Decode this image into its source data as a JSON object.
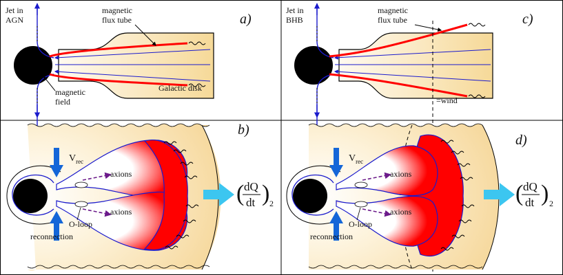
{
  "panels": {
    "a": {
      "letter": "a)",
      "jet_label_line1": "Jet in",
      "jet_label_line2": "AGN",
      "flux_tube_line1": "magnetic",
      "flux_tube_line2": "flux tube",
      "field_line1": "magnetic",
      "field_line2": "field",
      "disk_label": "Galactic disk"
    },
    "b": {
      "letter": "b)",
      "vrec_main": "V",
      "vrec_sub": "rec",
      "axions_upper": "axions",
      "axions_lower": "axions",
      "oloop": "O-loop",
      "reconnection": "reconnection",
      "dq_num": "dQ",
      "dq_den": "dt",
      "dq_sub": "2"
    },
    "c": {
      "letter": "c)",
      "jet_label_line1": "Jet in",
      "jet_label_line2": "BHB",
      "flux_tube_line1": "magnetic",
      "flux_tube_line2": "flux tube",
      "wind_label": "=wind"
    },
    "d": {
      "letter": "d)",
      "vrec_main": "V",
      "vrec_sub": "rec",
      "axions_upper": "axions",
      "axions_lower": "axions",
      "oloop": "O-loop",
      "reconnection": "reconnection",
      "dq_num": "dQ",
      "dq_den": "dt",
      "dq_sub": "2"
    }
  },
  "colors": {
    "disk_fill": "#f8dfa8",
    "disk_light": "#fdf3dc",
    "flux_red": "#ff0000",
    "field_blue": "#1a1acc",
    "axion_arrow": "#6b1a8a",
    "heat_arrow": "#3cc6f0",
    "black_hole": "#000000",
    "vrec_arrow": "#1466d8"
  }
}
